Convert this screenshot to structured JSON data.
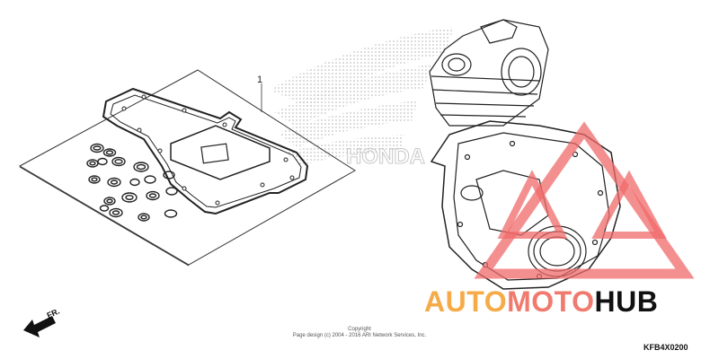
{
  "diagram": {
    "callout_number": "1",
    "brand_word_watermark": "HONDA",
    "copyright_line1": "Copyright",
    "copyright_line2": "Page design (c) 2004 - 2016 ARI Network Services, Inc.",
    "diagram_code": "KFB4X0200",
    "front_indicator": "FR."
  },
  "watermark": {
    "part1": "AUTO",
    "part2": "MOTO",
    "part3": "HUB",
    "colors": {
      "auto": "#f5ab47",
      "moto": "#f07a6e",
      "hub": "#111111",
      "triangle": "#f06a6a"
    }
  }
}
